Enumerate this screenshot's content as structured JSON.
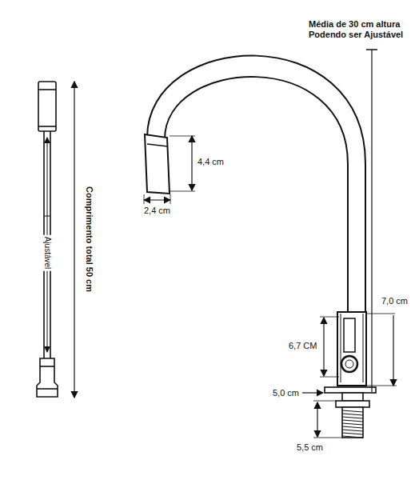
{
  "diagram": {
    "labels": [
      "Média de 30 cm altura Podendo ser Ajustável",
      "4,4 cm",
      "2,4 cm",
      "Comprimento total 50 cm",
      "Ajustável",
      "7,0 cm",
      "6,7 CM",
      "5,0 cm",
      "5,5 cm"
    ]
  }
}
